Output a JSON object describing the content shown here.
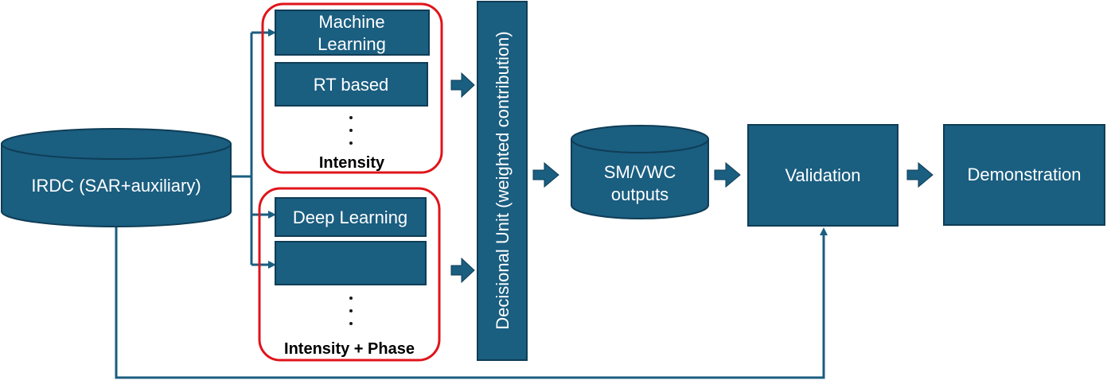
{
  "colors": {
    "box_fill": "#1a5e80",
    "box_stroke": "#0f3d56",
    "group_border": "#e0141b",
    "connector": "#1a5e80"
  },
  "nodes": {
    "source_db": "IRDC (SAR+auxiliary)",
    "machine_learning": {
      "line1": "Machine",
      "line2": "Learning"
    },
    "rt_based": "RT based",
    "deep_learning": "Deep Learning",
    "empty_method": "",
    "decision_unit": "Decisional Unit (weighted contribution)",
    "outputs_db": {
      "line1": "SM/VWC",
      "line2": "outputs"
    },
    "validation": "Validation",
    "demonstration": "Demonstration"
  },
  "groups": {
    "intensity": "Intensity",
    "intensity_phase": "Intensity + Phase"
  }
}
